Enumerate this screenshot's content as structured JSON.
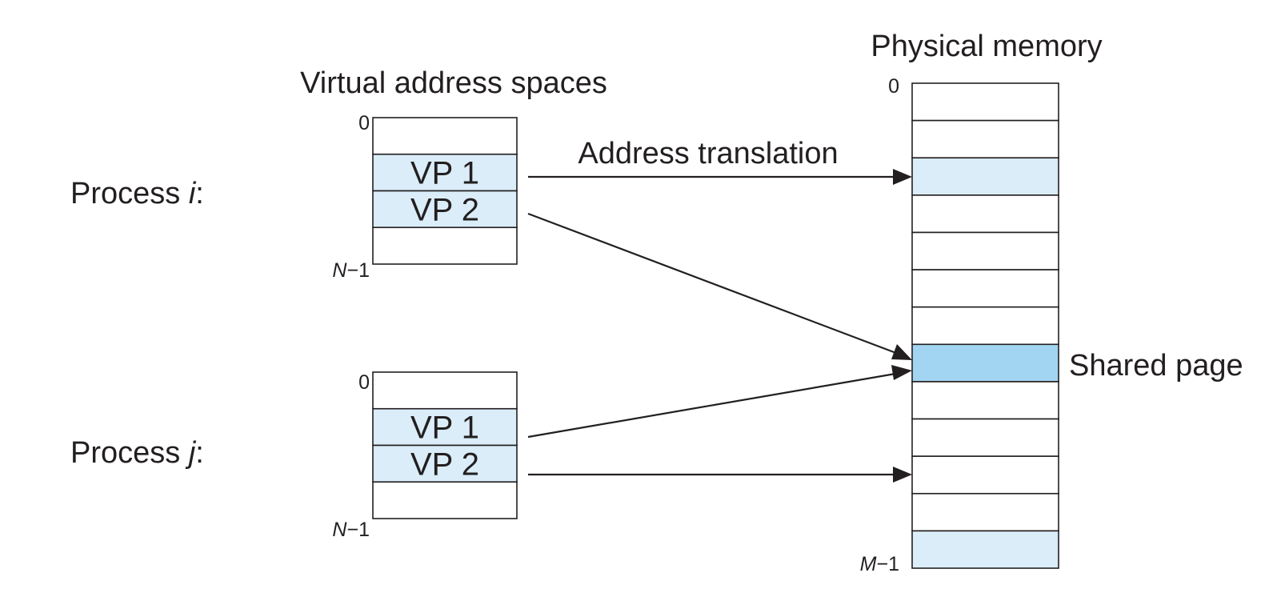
{
  "labels": {
    "virtual_title": "Virtual address spaces",
    "physical_title": "Physical memory",
    "translation": "Address translation",
    "shared": "Shared page",
    "process_i_prefix": "Process ",
    "process_i_var": "i",
    "process_j_prefix": "Process ",
    "process_j_var": "j",
    "colon": ":",
    "zero": "0",
    "n_var": "N",
    "m_var": "M",
    "minus_one": "−1"
  },
  "process_i": {
    "pages": [
      "",
      "VP 1",
      "VP 2",
      ""
    ]
  },
  "process_j": {
    "pages": [
      "",
      "VP 1",
      "VP 2",
      ""
    ]
  },
  "physical": {
    "page_count": 13,
    "mapped_pages": [
      2,
      12
    ],
    "shared_page": 7
  },
  "colors": {
    "mapped": "#daedf9",
    "shared": "#a2d5f2",
    "empty": "#ffffff",
    "ink": "#231f20"
  }
}
